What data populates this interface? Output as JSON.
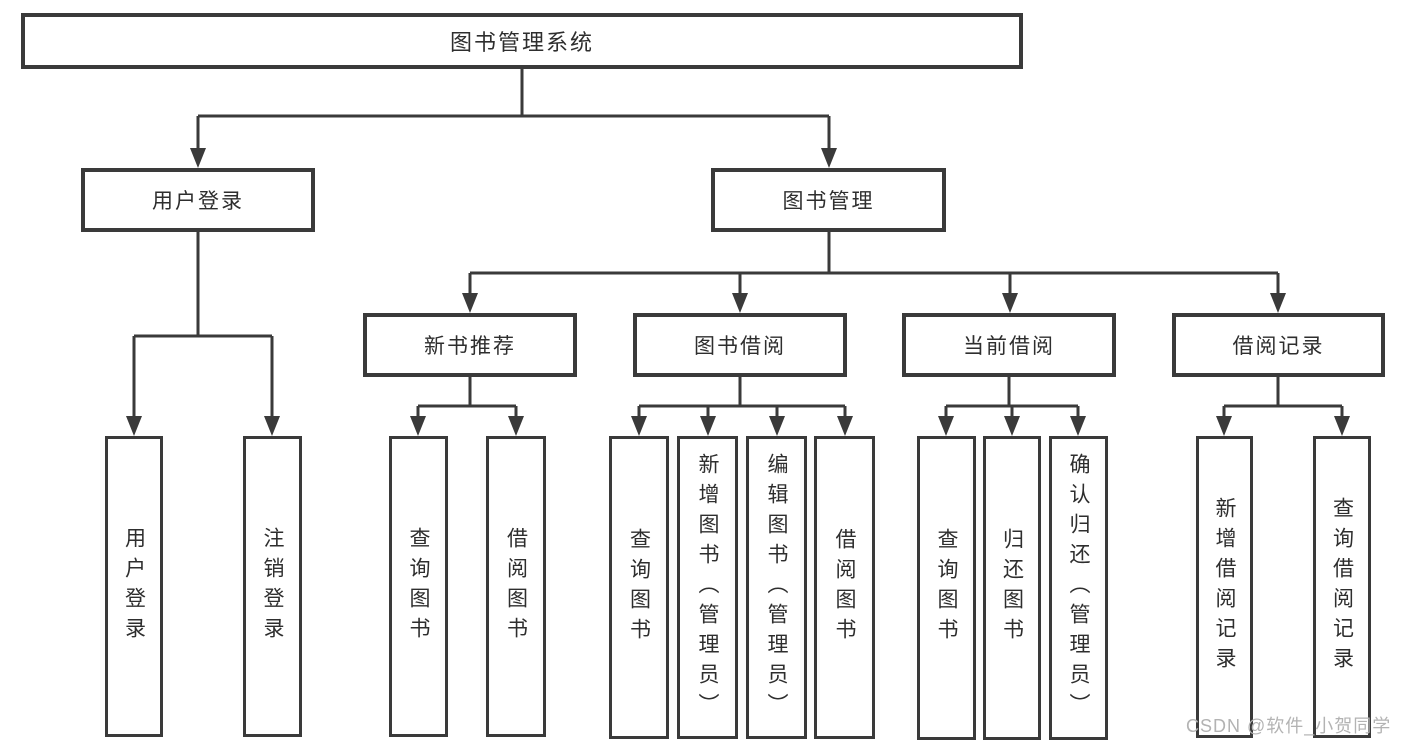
{
  "diagram": {
    "root": {
      "label": "图书管理系统"
    },
    "branches": [
      {
        "label": "用户登录",
        "children": [
          {
            "label": "用户登录"
          },
          {
            "label": "注销登录"
          }
        ]
      },
      {
        "label": "图书管理",
        "children": [
          {
            "label": "新书推荐",
            "children": [
              {
                "label": "查询图书"
              },
              {
                "label": "借阅图书"
              }
            ]
          },
          {
            "label": "图书借阅",
            "children": [
              {
                "label": "查询图书"
              },
              {
                "label": "新增图书（管理员）"
              },
              {
                "label": "编辑图书（管理员）"
              },
              {
                "label": "借阅图书"
              }
            ]
          },
          {
            "label": "当前借阅",
            "children": [
              {
                "label": "查询图书"
              },
              {
                "label": "归还图书"
              },
              {
                "label": "确认归还（管理员）"
              }
            ]
          },
          {
            "label": "借阅记录",
            "children": [
              {
                "label": "新增借阅记录"
              },
              {
                "label": "查询借阅记录"
              }
            ]
          }
        ]
      }
    ],
    "watermark": "CSDN @软件_小贺同学",
    "colors": {
      "line": "#3a3a3a",
      "text": "#2e2e2e",
      "watermark": "#b3b3b3",
      "background": "#ffffff"
    }
  }
}
